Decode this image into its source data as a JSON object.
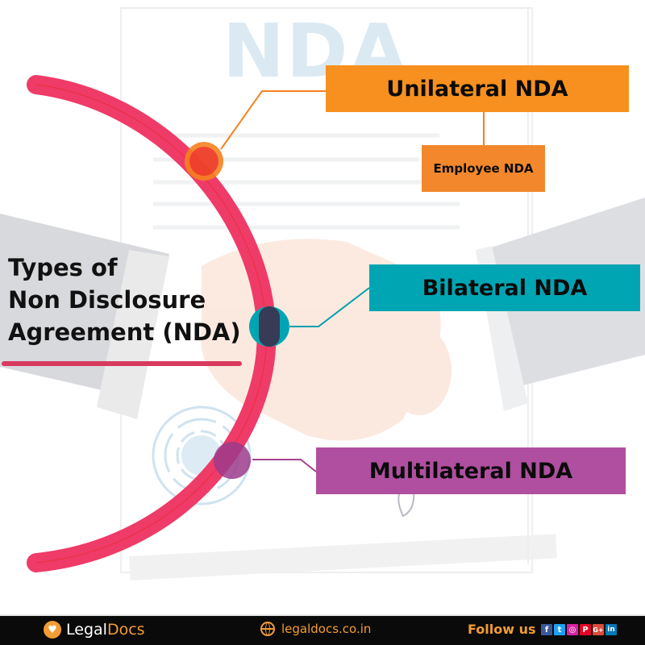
{
  "infographic": {
    "watermark": "NDA",
    "title": "Types of\nNon Disclosure\nAgreement (NDA)",
    "types": [
      {
        "label": "Unilateral NDA",
        "color": "#f7901e"
      },
      {
        "label": "Employee NDA",
        "color": "#f2872b",
        "parent": "Unilateral NDA"
      },
      {
        "label": "Bilateral NDA",
        "color": "#00a5b3"
      },
      {
        "label": "Multilateral NDA",
        "color": "#b04fa0"
      }
    ],
    "arc_color": "#ef3b68"
  },
  "footer": {
    "brand_legal": "Legal",
    "brand_docs": "Docs",
    "logo_icon": "heart-handshake-icon",
    "site_icon": "globe-icon",
    "site": "legaldocs.co.in",
    "follow_label": "Follow us",
    "socials": [
      {
        "name": "facebook",
        "glyph": "f",
        "color": "#3b5998"
      },
      {
        "name": "twitter",
        "glyph": "t",
        "color": "#1da1f2"
      },
      {
        "name": "instagram",
        "glyph": "◎",
        "color": "#d6249f"
      },
      {
        "name": "pinterest",
        "glyph": "P",
        "color": "#e60023"
      },
      {
        "name": "google-plus",
        "glyph": "G+",
        "color": "#dd4b39"
      },
      {
        "name": "linkedin",
        "glyph": "in",
        "color": "#0077b5"
      }
    ]
  }
}
